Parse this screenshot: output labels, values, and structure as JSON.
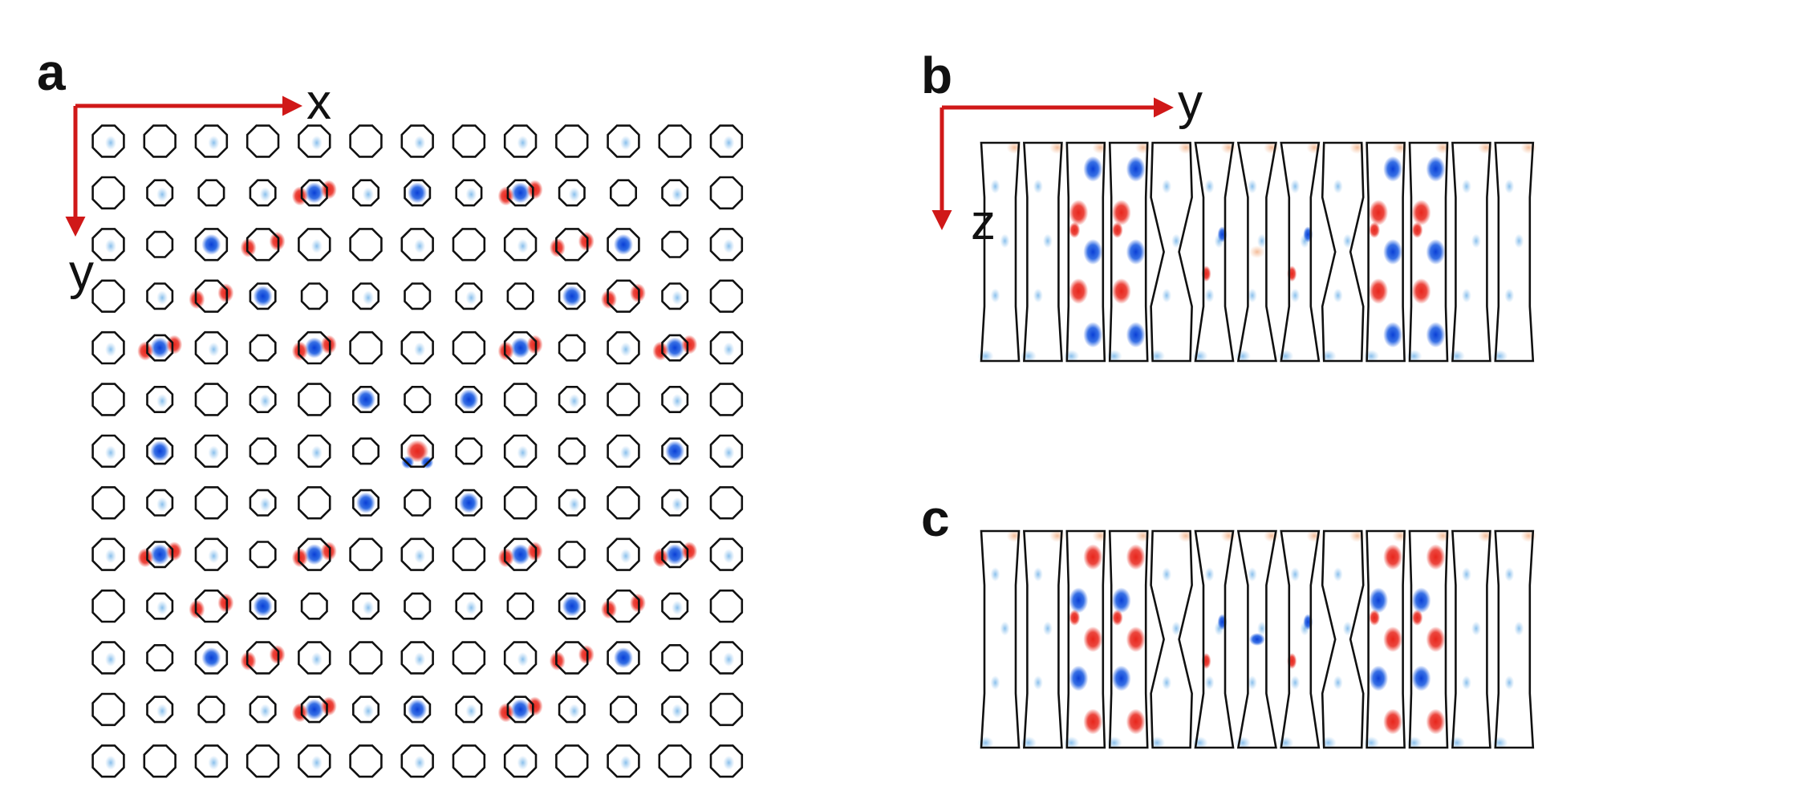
{
  "panels": {
    "a": {
      "letter": "a",
      "axis_x": "x",
      "axis_y": "y",
      "rows": 13,
      "cols": 13
    },
    "b": {
      "letter": "b",
      "axis_h": "y",
      "axis_v": "z"
    },
    "c": {
      "letter": "c"
    }
  },
  "colors": {
    "outline": "#111111",
    "axis_arrow": "#d01818",
    "field_positive": "#e8261c",
    "field_negative": "#0a3fd6",
    "field_negative_light": "#9cc9ef",
    "field_positive_light": "#f6c7a8"
  }
}
